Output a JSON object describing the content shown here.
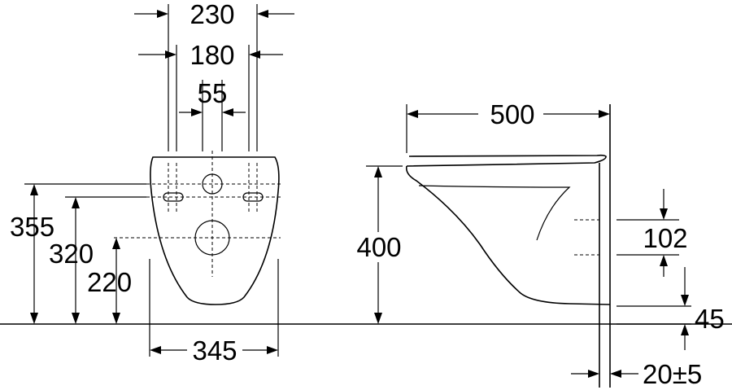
{
  "dimensions": {
    "top_outer_width": "230",
    "top_fixing_width": "180",
    "outlet_spacing": "55",
    "height_355": "355",
    "height_320": "320",
    "height_220": "220",
    "bowl_width": "345",
    "length": "500",
    "height_400": "400",
    "inlet_height": "102",
    "gap_45": "45",
    "wall_clearance": "20±5"
  }
}
